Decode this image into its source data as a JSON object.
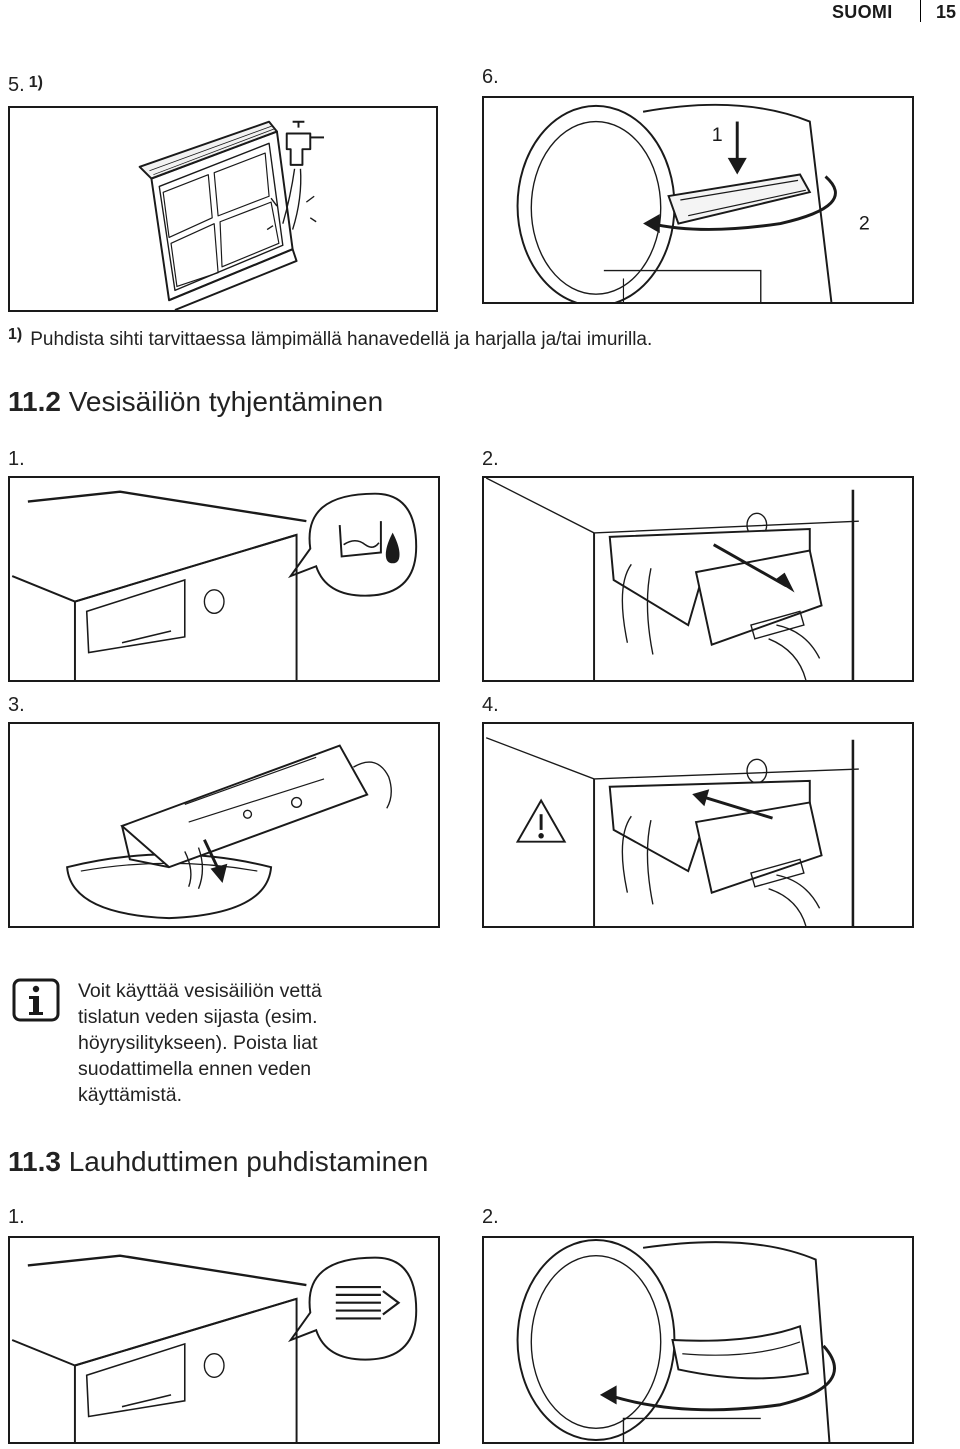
{
  "header": {
    "language": "SUOMI",
    "page_number": "15"
  },
  "figure_5": {
    "label": "5.",
    "footnote_mark": "1)"
  },
  "figure_6": {
    "label": "6.",
    "callout_1": "1",
    "callout_2": "2"
  },
  "footnote": {
    "mark": "1)",
    "text": "Puhdista sihti tarvittaessa lämpimällä hanavedellä ja harjalla ja/tai imurilla."
  },
  "section_11_2": {
    "number": "11.2",
    "title": "Vesisäiliön tyhjentäminen",
    "steps": [
      "1.",
      "2.",
      "3.",
      "4."
    ]
  },
  "info_note": {
    "icon": "info-icon",
    "lines": [
      "Voit käyttää vesisäiliön vettä",
      "tislatun veden sijasta (esim.",
      "höyrysilitykseen). Poista liat",
      "suodattimella ennen veden",
      "käyttämistä."
    ]
  },
  "section_11_3": {
    "number": "11.3",
    "title": "Lauhduttimen puhdistaminen",
    "steps": [
      "1.",
      "2."
    ]
  }
}
